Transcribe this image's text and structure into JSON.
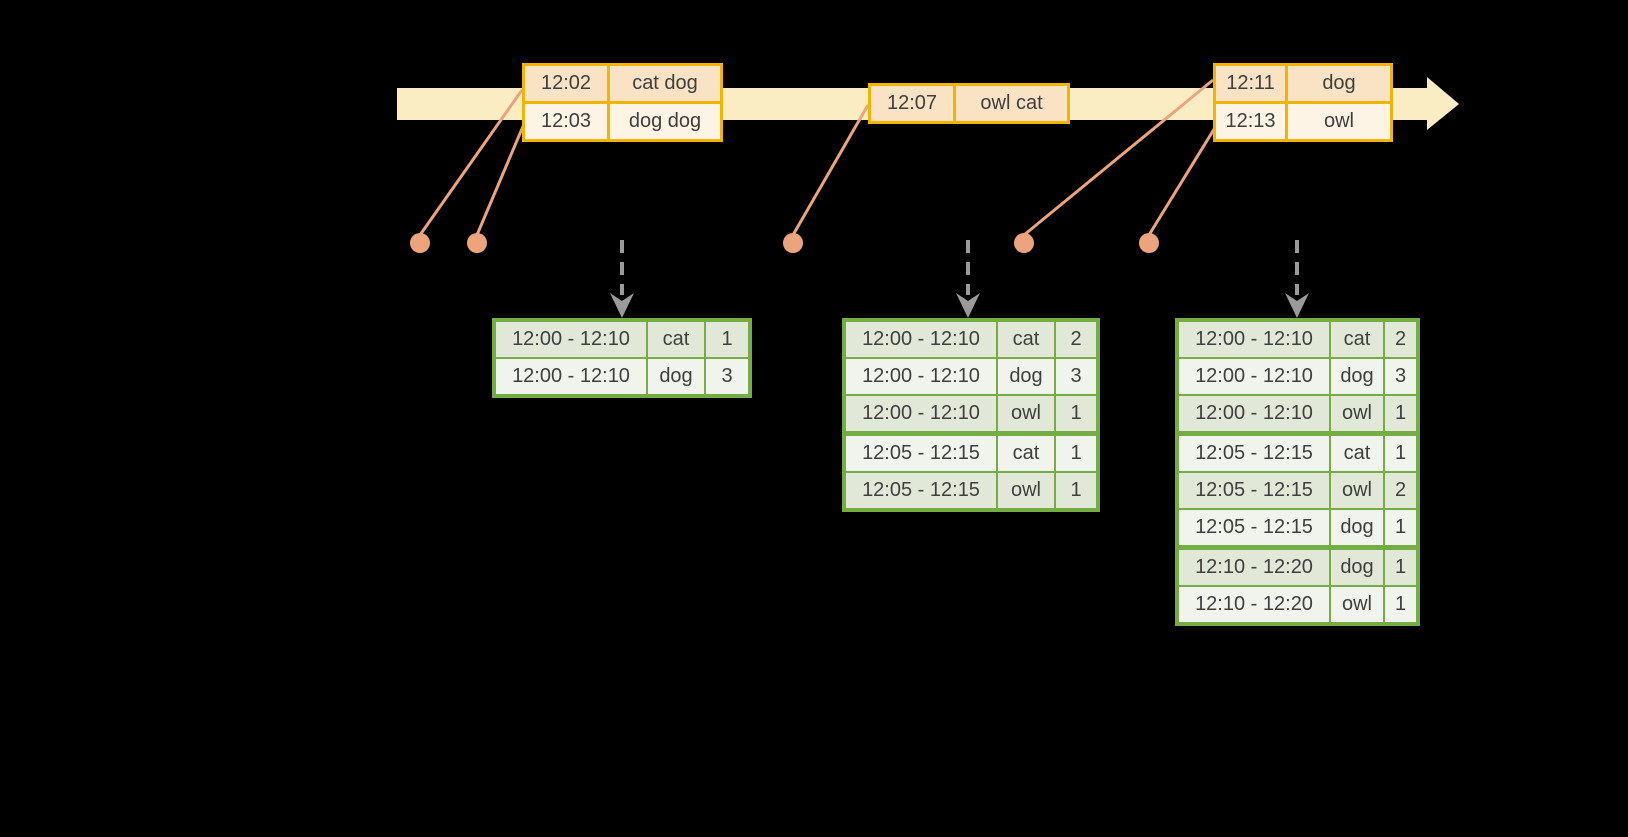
{
  "colors": {
    "background": "#000000",
    "timeline_fill": "#FBEDC3",
    "event_border": "#F1B500",
    "event_row_fill_a": "#FAE2C4",
    "event_row_fill_b": "#FDF4E5",
    "connector": "#ECA47E",
    "trigger_arrow": "#9A9A9A",
    "result_border": "#74AD43",
    "result_row_fill_a": "#E2E8D7",
    "result_row_fill_b": "#F1F4EC",
    "text": "#3F3F3F"
  },
  "input_batches": [
    {
      "rows": [
        {
          "time": "12:02",
          "words": "cat dog"
        },
        {
          "time": "12:03",
          "words": "dog dog"
        }
      ]
    },
    {
      "rows": [
        {
          "time": "12:07",
          "words": "owl cat"
        }
      ]
    },
    {
      "rows": [
        {
          "time": "12:11",
          "words": "dog"
        },
        {
          "time": "12:13",
          "words": "owl"
        }
      ]
    }
  ],
  "result_tables": [
    {
      "rows": [
        {
          "window": "12:00 - 12:10",
          "word": "cat",
          "count": "1"
        },
        {
          "window": "12:00 - 12:10",
          "word": "dog",
          "count": "3"
        }
      ]
    },
    {
      "rows": [
        {
          "window": "12:00 - 12:10",
          "word": "cat",
          "count": "2"
        },
        {
          "window": "12:00 - 12:10",
          "word": "dog",
          "count": "3"
        },
        {
          "window": "12:00 - 12:10",
          "word": "owl",
          "count": "1"
        },
        {
          "window": "12:05 - 12:15",
          "word": "cat",
          "count": "1"
        },
        {
          "window": "12:05 - 12:15",
          "word": "owl",
          "count": "1"
        }
      ]
    },
    {
      "rows": [
        {
          "window": "12:00 - 12:10",
          "word": "cat",
          "count": "2"
        },
        {
          "window": "12:00 - 12:10",
          "word": "dog",
          "count": "3"
        },
        {
          "window": "12:00 - 12:10",
          "word": "owl",
          "count": "1"
        },
        {
          "window": "12:05 - 12:15",
          "word": "cat",
          "count": "1"
        },
        {
          "window": "12:05 - 12:15",
          "word": "owl",
          "count": "2"
        },
        {
          "window": "12:05 - 12:15",
          "word": "dog",
          "count": "1"
        },
        {
          "window": "12:10 - 12:20",
          "word": "dog",
          "count": "1"
        },
        {
          "window": "12:10 - 12:20",
          "word": "owl",
          "count": "1"
        }
      ]
    }
  ]
}
